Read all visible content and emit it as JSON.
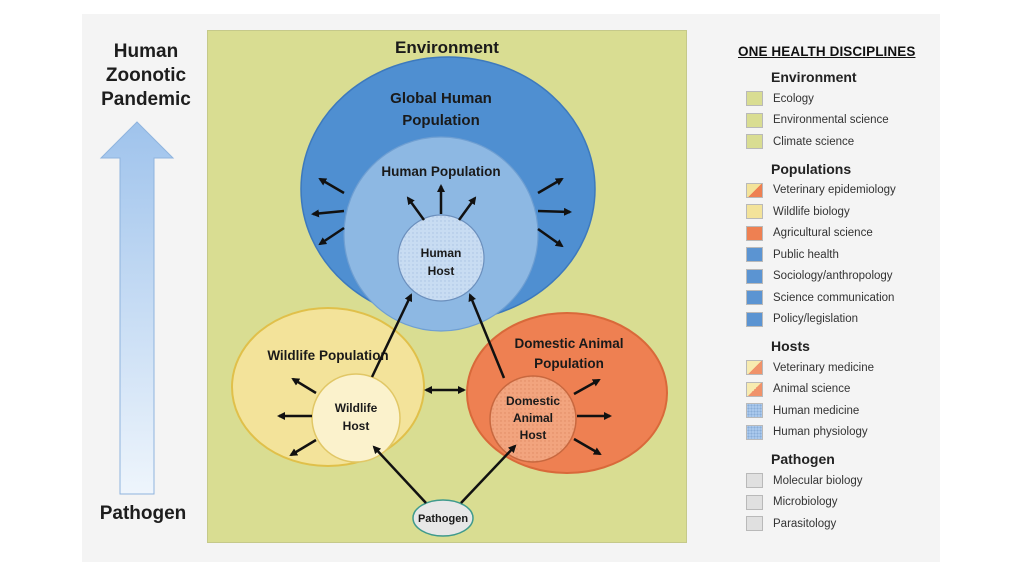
{
  "axis": {
    "top_label": "Human\nZoonotic\nPandemic",
    "bottom_label": "Pathogen"
  },
  "diagram": {
    "environment": "Environment",
    "global_population": "Global Human Population",
    "human_population": "Human Population",
    "human_host": "Human Host",
    "wildlife_population": "Wildlife Population",
    "wildlife_host": "Wildlife Host",
    "domestic_population": "Domestic Animal Population",
    "domestic_host": "Domestic Animal Host",
    "pathogen": "Pathogen"
  },
  "colors": {
    "environment": "#d9dd92",
    "global": "#4f8fd1",
    "human_population": "#8db8e3",
    "human_host": "#c5dbf2",
    "wildlife_population": "#f3e39a",
    "wildlife_host": "#fbf2cc",
    "domestic_population": "#ee8052",
    "domestic_host": "#f3a77f",
    "pathogen": "#e7e7e7",
    "arrow_up": "#a9c9ee"
  },
  "legend": {
    "title": "ONE HEALTH DISCIPLINES",
    "groups": [
      {
        "title": "Environment",
        "items": [
          {
            "label": "Ecology",
            "swatch": "environment"
          },
          {
            "label": "Environmental science",
            "swatch": "environment"
          },
          {
            "label": "Climate science",
            "swatch": "environment"
          }
        ]
      },
      {
        "title": "Populations",
        "items": [
          {
            "label": "Veterinary epidemiology",
            "swatch": "split-yellow-orange"
          },
          {
            "label": "Wildlife biology",
            "swatch": "yellow"
          },
          {
            "label": "Agricultural science",
            "swatch": "orange"
          },
          {
            "label": "Public health",
            "swatch": "blue"
          },
          {
            "label": "Sociology/anthropology",
            "swatch": "blue"
          },
          {
            "label": "Science communication",
            "swatch": "blue"
          },
          {
            "label": "Policy/legislation",
            "swatch": "blue"
          }
        ]
      },
      {
        "title": "Hosts",
        "items": [
          {
            "label": "Veterinary medicine",
            "swatch": "split-lightyellow-orange"
          },
          {
            "label": "Animal science",
            "swatch": "split-lightyellow-orange"
          },
          {
            "label": "Human medicine",
            "swatch": "lightblue-dotted"
          },
          {
            "label": "Human physiology",
            "swatch": "lightblue-dotted"
          }
        ]
      },
      {
        "title": "Pathogen",
        "items": [
          {
            "label": "Molecular biology",
            "swatch": "grey"
          },
          {
            "label": "Microbiology",
            "swatch": "grey"
          },
          {
            "label": "Parasitology",
            "swatch": "grey"
          }
        ]
      }
    ]
  }
}
